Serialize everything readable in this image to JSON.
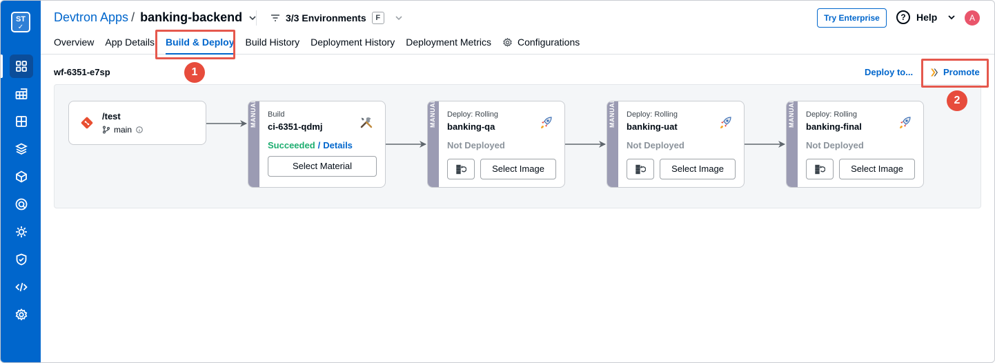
{
  "sidebar": {
    "logo": {
      "initials": "ST",
      "sub": "✓"
    },
    "items": [
      {
        "name": "applications-icon",
        "active": true
      },
      {
        "name": "app-groups-icon"
      },
      {
        "name": "charts-icon"
      },
      {
        "name": "resource-browser-icon"
      },
      {
        "name": "chart-store-icon"
      },
      {
        "name": "security-icon"
      },
      {
        "name": "bulk-edit-icon"
      },
      {
        "name": "shield-icon"
      },
      {
        "name": "code-icon"
      },
      {
        "name": "settings-icon"
      }
    ]
  },
  "header": {
    "breadcrumb_root": "Devtron Apps",
    "breadcrumb_sep": "/",
    "app_name": "banking-backend",
    "env_filter": "3/3 Environments",
    "env_filter_badge": "F",
    "try_enterprise": "Try Enterprise",
    "help": "Help",
    "avatar_initial": "A",
    "tabs": [
      {
        "label": "Overview"
      },
      {
        "label": "App Details"
      },
      {
        "label": "Build & Deploy",
        "active": true
      },
      {
        "label": "Build History"
      },
      {
        "label": "Deployment History"
      },
      {
        "label": "Deployment Metrics"
      },
      {
        "label": "Configurations"
      }
    ]
  },
  "annotations": {
    "marker_1": "1",
    "marker_2": "2"
  },
  "workflow": {
    "name": "wf-6351-e7sp",
    "deploy_to": "Deploy to...",
    "promote": "Promote",
    "source": {
      "path": "/test",
      "branch": "main"
    },
    "build": {
      "trigger": "MANUAL",
      "kind": "Build",
      "name": "ci-6351-qdmj",
      "status": "Succeeded",
      "status_sep": "/",
      "details": "Details",
      "action": "Select Material"
    },
    "deployments": [
      {
        "trigger": "MANUAL",
        "kind": "Deploy: Rolling",
        "name": "banking-qa",
        "status": "Not Deployed",
        "action": "Select Image"
      },
      {
        "trigger": "MANUAL",
        "kind": "Deploy: Rolling",
        "name": "banking-uat",
        "status": "Not Deployed",
        "action": "Select Image"
      },
      {
        "trigger": "MANUAL",
        "kind": "Deploy: Rolling",
        "name": "banking-final",
        "status": "Not Deployed",
        "action": "Select Image"
      }
    ]
  },
  "colors": {
    "brand": "#0066cc",
    "success": "#1dad70",
    "annotation": "#e74c3c",
    "manual_strip": "#9b9bb3"
  }
}
